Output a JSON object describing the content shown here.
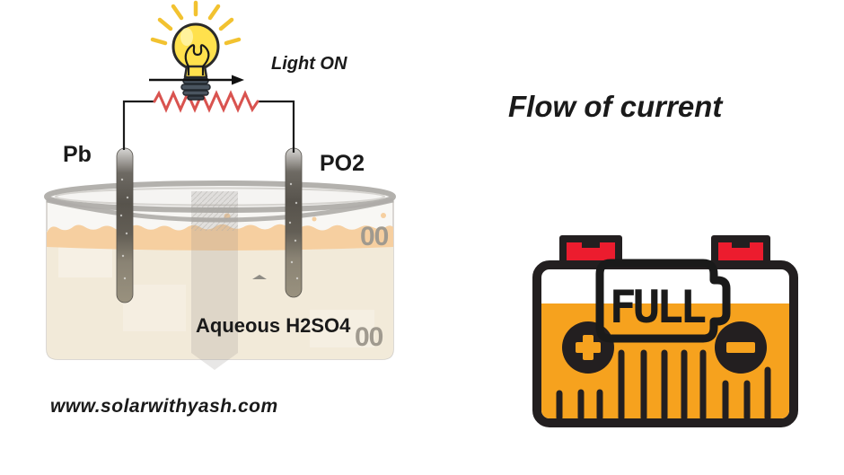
{
  "page": {
    "background": "#ffffff"
  },
  "colors": {
    "battery_orange": "#F6A21E",
    "terminal_red": "#EC1C2E",
    "outline_black": "#231F20",
    "resistor_red": "#D9534F",
    "bulb_yellow": "#FFE14D",
    "ray_yellow": "#F2C230",
    "liquid_beige": "#F2EAD9",
    "surface_orange": "#F6CFA0",
    "rim_gray": "#B3B1AD",
    "electrode_gray": "#6B675F",
    "graduation_gray": "#A09A8F",
    "text_black": "#1A1A1A"
  },
  "icons": {
    "bulb": "light-bulb-icon",
    "arrow": "current-direction-arrow-icon",
    "resistor": "resistor-icon",
    "beaker": "beaker-icon",
    "battery": "battery-full-icon",
    "plus": "plus-terminal-icon",
    "minus": "minus-terminal-icon"
  },
  "cell_diagram": {
    "light_status": "Light ON",
    "left_electrode": "Pb",
    "right_electrode": "PO2",
    "electrolyte": "Aqueous H2SO4",
    "graduations": [
      "00",
      "00"
    ]
  },
  "right_panel": {
    "title": "Flow of current",
    "battery_state": "FULL"
  },
  "footer": {
    "website": "www.solarwithyash.com"
  }
}
